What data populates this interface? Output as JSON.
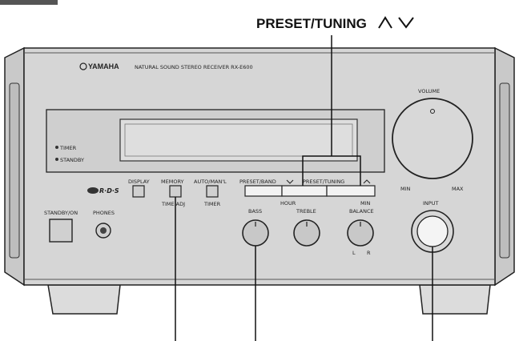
{
  "header": {
    "top_left": "",
    "callout_label": "PRESET/TUNING",
    "callout_arrows": "∧ ∨"
  },
  "device": {
    "brand": "YAMAHA",
    "model_line": "NATURAL SOUND STEREO RECEIVER RX-E600",
    "logo": "R·D·S",
    "indicators": [
      "TIMER",
      "STANDBY"
    ],
    "buttons": {
      "display": "DISPLAY",
      "memory": "MEMORY",
      "time_adj": "TIME ADJ",
      "auto_man": "AUTO/MAN'L",
      "timer": "TIMER",
      "preset_band": "PRESET/BAND",
      "preset_tuning": "PRESET/TUNING",
      "hour": "HOUR",
      "min": "MIN",
      "standby_on": "STANDBY/ON",
      "phones": "PHONES"
    },
    "knobs": {
      "volume": "VOLUME",
      "volume_min": "MIN",
      "volume_max": "MAX",
      "bass": "BASS",
      "treble": "TREBLE",
      "balance": "BALANCE",
      "balance_l": "L",
      "balance_r": "R",
      "input": "INPUT"
    }
  }
}
